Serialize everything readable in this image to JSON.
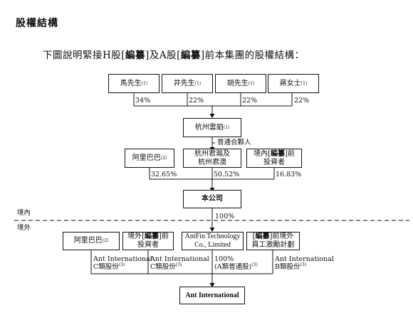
{
  "heading": "股權結構",
  "subtitle": {
    "part1": "下圖說明緊接H股[",
    "bold1": "編纂",
    "part2": "]及A股[",
    "bold2": "編纂",
    "part3": "]前本集團的股權結構："
  },
  "shareholders": [
    {
      "name": "馬先生",
      "note": "(1)",
      "pct": "34%"
    },
    {
      "name": "井先生",
      "note": "(1)",
      "pct": "22%"
    },
    {
      "name": "胡先生",
      "note": "(1)",
      "pct": "22%"
    },
    {
      "name": "蔣女士",
      "note": "(1)",
      "pct": "22%"
    }
  ],
  "yunbo": {
    "name": "杭州雲鉑",
    "note": "(1)"
  },
  "gp_label": "普通合夥人",
  "middle": {
    "alibaba": {
      "name": "阿里巴巴",
      "note": "(2)",
      "pct": "32.65%"
    },
    "junhan": {
      "line1": "杭州君瀚及",
      "line2": "杭州君澳",
      "pct": "50.52%"
    },
    "domestic": {
      "line1a": "境內[",
      "line1b": "編纂",
      "line1c": "]前",
      "line2": "投資者",
      "pct": "16.83%"
    }
  },
  "company": "本公司",
  "border": {
    "inside": "境內",
    "outside": "境外"
  },
  "company_pct": "100%",
  "lower": {
    "alibaba": {
      "name": "阿里巴巴",
      "note": "(2)",
      "lbl1": "Ant International",
      "lbl2": "C類股份",
      "lbl_note": "(3)"
    },
    "foreign": {
      "line1a": "境外[",
      "line1b": "編纂",
      "line1c": "]前",
      "line2": "投資者",
      "lbl1": "Ant International",
      "lbl2": "C類股份",
      "lbl_note": "(3)"
    },
    "antfin": {
      "line1": "AntFin Technology",
      "line2": "Co., Limited",
      "lbl1": "100%",
      "lbl2": "(A類普通股)",
      "lbl_note": "(3)"
    },
    "esop": {
      "line1a": "[",
      "line1b": "編纂",
      "line1c": "]前境外",
      "line2": "員工激勵計劃",
      "lbl1": "Ant International",
      "lbl2": "B類股份",
      "lbl_note": "(3)"
    }
  },
  "ant_international": "Ant International"
}
